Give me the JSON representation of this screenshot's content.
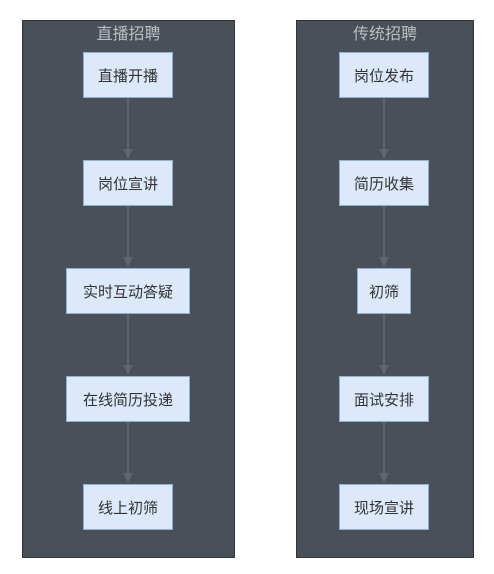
{
  "lanes": [
    {
      "title": "直播招聘",
      "steps": [
        "直播开播",
        "岗位宣讲",
        "实时互动答疑",
        "在线简历投递",
        "线上初筛"
      ]
    },
    {
      "title": "传统招聘",
      "steps": [
        "岗位发布",
        "简历收集",
        "初筛",
        "面试安排",
        "现场宣讲"
      ]
    }
  ],
  "colors": {
    "lane_bg": "#495057",
    "lane_title": "#b9bec4",
    "node_fill": "#dbe9fb",
    "node_border": "#8fb0d8",
    "edge": "#5d6670"
  }
}
